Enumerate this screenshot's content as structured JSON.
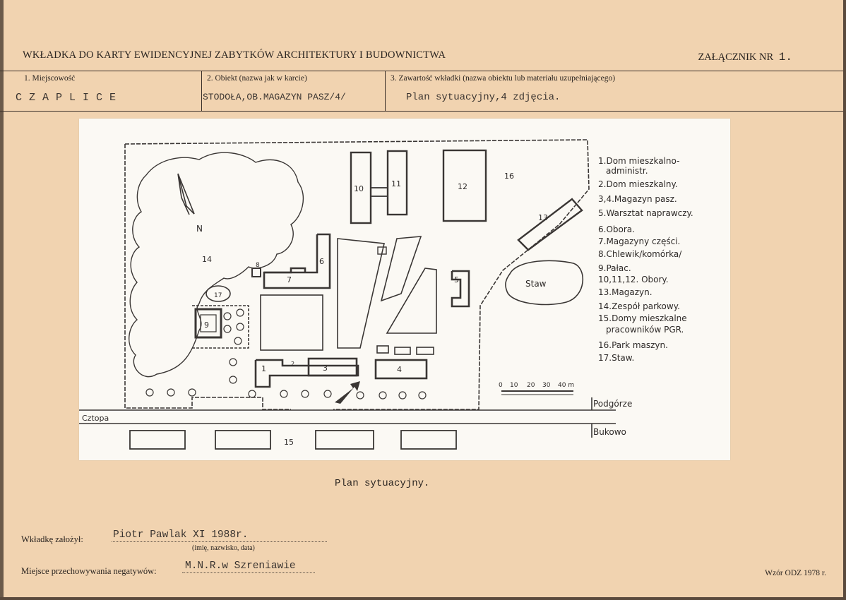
{
  "header": {
    "title": "WKŁADKA DO KARTY EWIDENCYJNEJ ZABYTKÓW  ARCHITEKTURY I BUDOWNICTWA",
    "annex_label": "ZAŁĄCZNIK NR",
    "annex_number": "1."
  },
  "fields": {
    "locality_label": "1.  Miejscowość",
    "locality_value": "CZAPLICE",
    "object_label": "2.  Obiekt (nazwa jak w karcie)",
    "object_value": "STODOŁA,OB.MAGAZYN PASZ/4/",
    "content_label": "3.  Zawartość wkładki (nazwa obiektu lub materiału uzupełniającego)",
    "content_value": "Plan sytuacyjny,4 zdjęcia."
  },
  "map": {
    "legend": [
      "1.Dom mieszkalno-",
      "administr.",
      "2.Dom mieszkalny.",
      "3,4.Magazyn pasz.",
      "5.Warsztat naprawczy.",
      "6.Obora.",
      "7.Magazyny części.",
      "8.Chlewik/komórka/",
      "9.Pałac.",
      "10,11,12. Obory.",
      "13.Magazyn.",
      "14.Zespół parkowy.",
      "15.Domy mieszkalne",
      "pracowników PGR.",
      "16.Park maszyn.",
      "17.Staw."
    ],
    "building_labels": [
      "1",
      "2",
      "3",
      "4",
      "5",
      "6",
      "7",
      "8",
      "9",
      "10",
      "11",
      "12",
      "13",
      "14",
      "15",
      "16",
      "17"
    ],
    "north_label": "N",
    "pond_label": "Staw",
    "road_label": "Cztopa",
    "direction_labels": [
      "Podgórze",
      "Bukowo"
    ],
    "scale_labels": [
      "0",
      "10",
      "20",
      "30",
      "40 m"
    ]
  },
  "caption": "Plan sytuacyjny.",
  "footer": {
    "author_label": "Wkładkę  założył:",
    "author_value": "Piotr Pawlak  XI 1988r.",
    "author_hint": "(imię, nazwisko, data)",
    "storage_label": "Miejsce  przechowywania  negatywów:",
    "storage_value": "M.N.R.w Szreniawie",
    "template": "Wzór ODZ 1978 r."
  }
}
